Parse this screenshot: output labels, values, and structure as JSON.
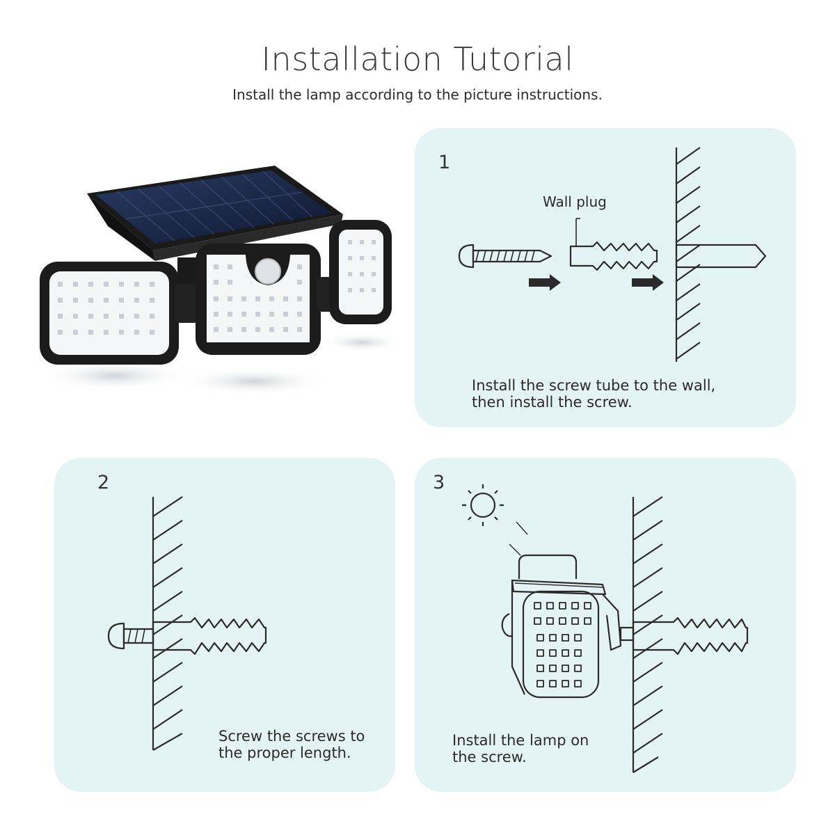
{
  "header": {
    "title": "Installation Tutorial",
    "subtitle": "Install the lamp according to the picture instructions."
  },
  "colors": {
    "panel_bg": "#e4f4f4",
    "line": "#2a2a2a",
    "lamp_body": "#1c1c1c",
    "solar_panel": "#1d2a4a",
    "led_face": "#f4f6f8"
  },
  "steps": [
    {
      "number": "1",
      "label": "Wall plug",
      "caption_line1": "Install the screw tube to the wall,",
      "caption_line2": "then install the screw."
    },
    {
      "number": "2",
      "caption_line1": "Screw the screws to",
      "caption_line2": "the proper length."
    },
    {
      "number": "3",
      "caption_line1": "Install the lamp on",
      "caption_line2": "the screw."
    }
  ]
}
